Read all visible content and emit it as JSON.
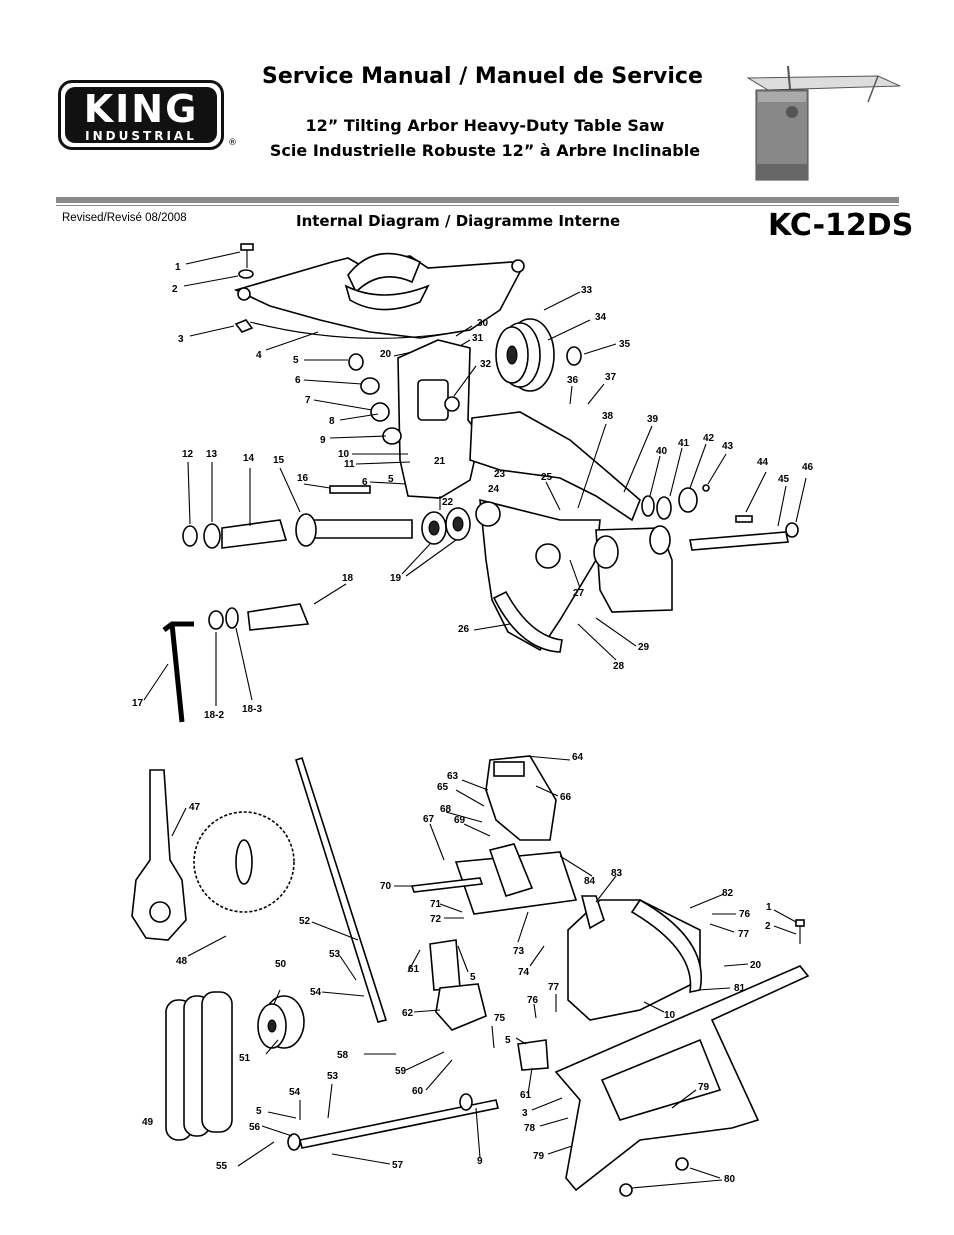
{
  "header": {
    "logo_word": "KING",
    "logo_sub": "INDUSTRIAL",
    "registered_mark": "®",
    "title": "Service Manual / Manuel de Service",
    "subtitle_en": "12” Tilting Arbor Heavy-Duty Table Saw",
    "subtitle_fr": "Scie Industrielle Robuste 12” à Arbre Inclinable",
    "revised": "Revised/Revisé 08/2008",
    "diagram_title": "Internal Diagram / Diagramme Interne",
    "model": "KC-12DS"
  },
  "parts": {
    "p1": "1",
    "p2": "2",
    "p3": "3",
    "p4": "4",
    "p5": "5",
    "p6": "6",
    "p7": "7",
    "p8": "8",
    "p9": "9",
    "p10": "10",
    "p11": "11",
    "p12": "12",
    "p13": "13",
    "p14": "14",
    "p15": "15",
    "p16": "16",
    "p17": "17",
    "p18": "18",
    "p18_2": "18-2",
    "p18_3": "18-3",
    "p19": "19",
    "p20": "20",
    "p21": "21",
    "p22": "22",
    "p23": "23",
    "p24": "24",
    "p25": "25",
    "p26": "26",
    "p27": "27",
    "p28": "28",
    "p29": "29",
    "p30": "30",
    "p31": "31",
    "p32": "32",
    "p33": "33",
    "p34": "34",
    "p35": "35",
    "p36": "36",
    "p37": "37",
    "p38": "38",
    "p39": "39",
    "p40": "40",
    "p41": "41",
    "p42": "42",
    "p43": "43",
    "p44": "44",
    "p45": "45",
    "p46": "46",
    "p47": "47",
    "p48": "48",
    "p49": "49",
    "p50": "50",
    "p51": "51",
    "p52": "52",
    "p53": "53",
    "p54": "54",
    "p55": "55",
    "p56": "56",
    "p57": "57",
    "p58": "58",
    "p59": "59",
    "p60": "60",
    "p61": "61",
    "p62": "62",
    "p63": "63",
    "p64": "64",
    "p65": "65",
    "p66": "66",
    "p67": "67",
    "p68": "68",
    "p69": "69",
    "p70": "70",
    "p71": "71",
    "p72": "72",
    "p73": "73",
    "p74": "74",
    "p75": "75",
    "p76": "76",
    "p77": "77",
    "p78": "78",
    "p79": "79",
    "p80": "80",
    "p81": "81",
    "p82": "82",
    "p83": "83",
    "p84": "84"
  }
}
